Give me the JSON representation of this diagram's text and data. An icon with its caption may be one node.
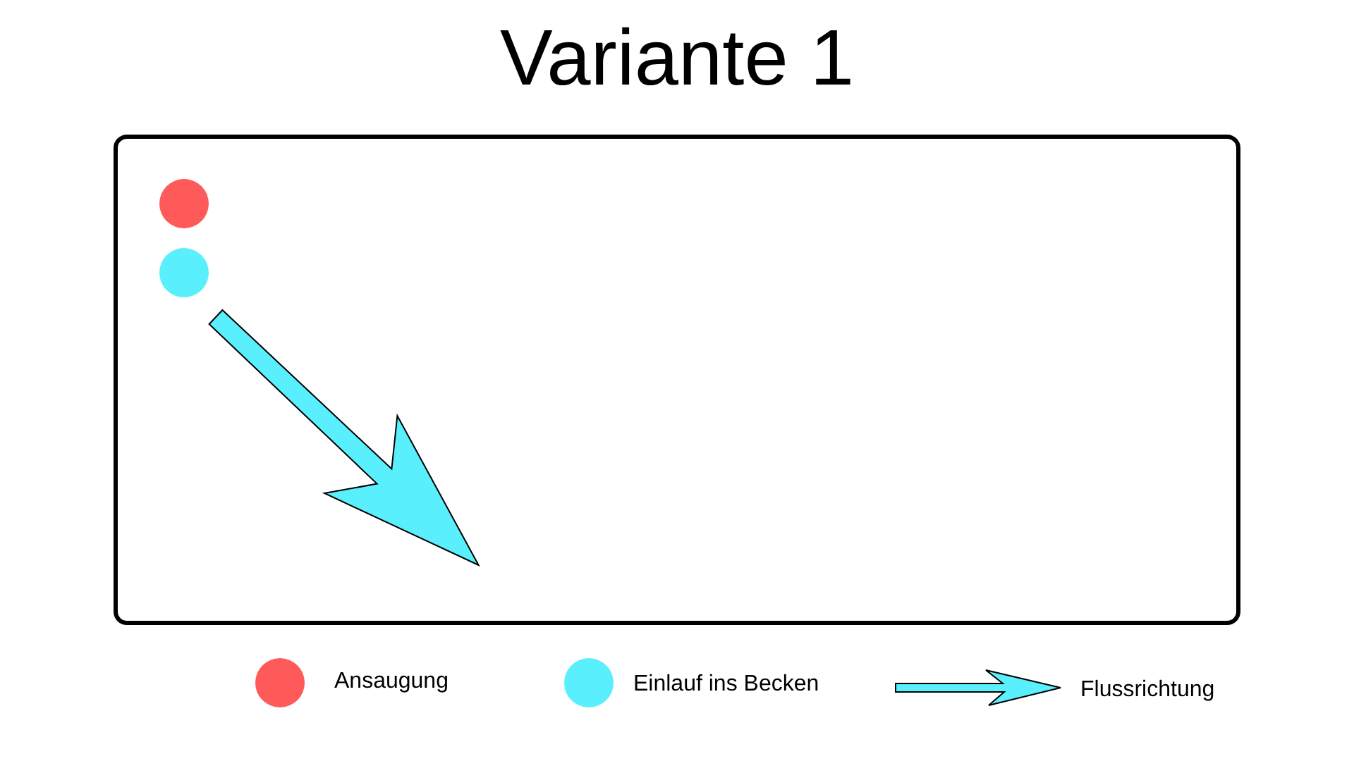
{
  "diagram": {
    "title": "Variante 1",
    "legend": [
      {
        "text": "Ansaugung",
        "color": "#ff5a5a"
      },
      {
        "text": "Einlauf ins Becken",
        "color": "#5aeffd"
      },
      {
        "text": "Flussrichtung"
      }
    ]
  }
}
